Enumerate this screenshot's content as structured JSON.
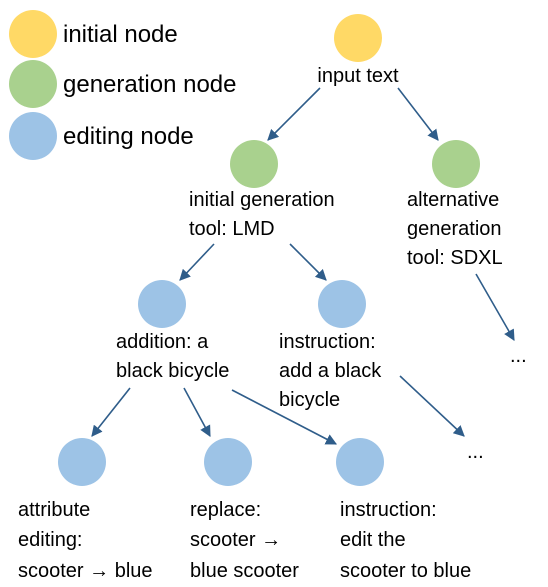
{
  "legend": [
    {
      "label": "initial node",
      "color": "#FFD966"
    },
    {
      "label": "generation node",
      "color": "#A9D18E"
    },
    {
      "label": "editing node",
      "color": "#9DC3E6"
    }
  ],
  "nodes": {
    "input": {
      "lines": [
        "input text"
      ],
      "type": "initial"
    },
    "initial_gen": {
      "lines": [
        "initial generation",
        "tool: LMD"
      ],
      "type": "generation"
    },
    "alt_gen": {
      "lines": [
        "alternative",
        "generation",
        "tool: SDXL"
      ],
      "type": "generation"
    },
    "addition": {
      "lines": [
        "addition: a",
        "black bicycle"
      ],
      "type": "editing"
    },
    "instr1": {
      "lines": [
        "instruction:",
        "add a black",
        "bicycle"
      ],
      "type": "editing"
    },
    "attr_edit": {
      "lines": [
        "attribute",
        "editing:",
        "scooter → blue"
      ],
      "type": "editing"
    },
    "replace": {
      "lines": [
        "replace:",
        "scooter →",
        "blue scooter"
      ],
      "type": "editing"
    },
    "instr2": {
      "lines": [
        "instruction:",
        "edit the",
        "scooter to blue"
      ],
      "type": "editing"
    }
  },
  "ellipses": [
    "...",
    "..."
  ],
  "colors": {
    "edge": "#2F5D8A",
    "initial": "#FFD966",
    "generation": "#A9D18E",
    "editing": "#9DC3E6"
  }
}
